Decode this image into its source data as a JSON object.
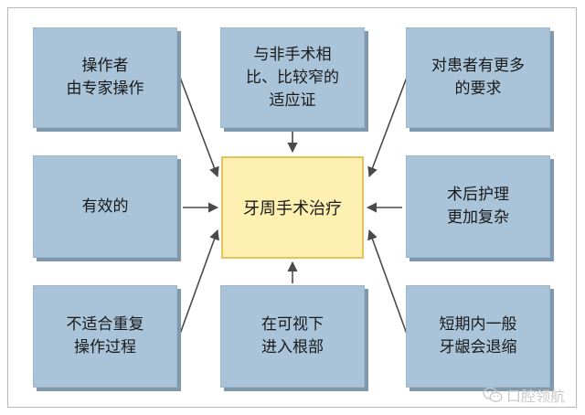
{
  "center_label": "牙周手术治疗",
  "boxes": {
    "top_left": {
      "lines": [
        "操作者",
        "由专家操作"
      ]
    },
    "top_center": {
      "lines": [
        "与非手术相",
        "比、比较窄的",
        "适应证"
      ]
    },
    "top_right": {
      "lines": [
        "对患者有更多",
        "的要求"
      ]
    },
    "mid_left": {
      "lines": [
        "有效的"
      ]
    },
    "mid_right": {
      "lines": [
        "术后护理",
        "更加复杂"
      ]
    },
    "bottom_left": {
      "lines": [
        "不适合重复",
        "操作过程"
      ]
    },
    "bottom_center": {
      "lines": [
        "在可视下",
        "进入根部"
      ]
    },
    "bottom_right": {
      "lines": [
        "短期内一般",
        "牙龈会退缩"
      ]
    }
  },
  "watermark": {
    "text": "口腔领航",
    "icon": "wechat-icon"
  },
  "colors": {
    "box_fill": "#a9c3d8",
    "box_shadow": "#7f98ac",
    "center_fill": "#fdf0b0",
    "center_border": "#e6c25a",
    "arrow": "#4a4a4a"
  }
}
